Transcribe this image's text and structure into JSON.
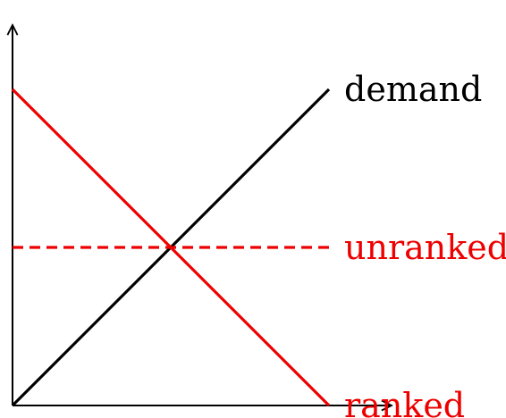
{
  "chart_data": {
    "type": "line",
    "title": "",
    "xlabel": "",
    "ylabel": "",
    "xlim": [
      0,
      1
    ],
    "ylim": [
      0,
      1
    ],
    "grid": false,
    "legend": "none",
    "series": [
      {
        "name": "demand",
        "color": "#000000",
        "dash": "solid",
        "x": [
          0,
          1
        ],
        "y": [
          0,
          1
        ]
      },
      {
        "name": "unranked",
        "color": "#ee0000",
        "dash": "dashed",
        "x": [
          0,
          1
        ],
        "y": [
          0.5,
          0.5
        ]
      },
      {
        "name": "ranked",
        "color": "#ee0000",
        "dash": "solid",
        "x": [
          0,
          1
        ],
        "y": [
          1,
          0
        ]
      }
    ]
  }
}
